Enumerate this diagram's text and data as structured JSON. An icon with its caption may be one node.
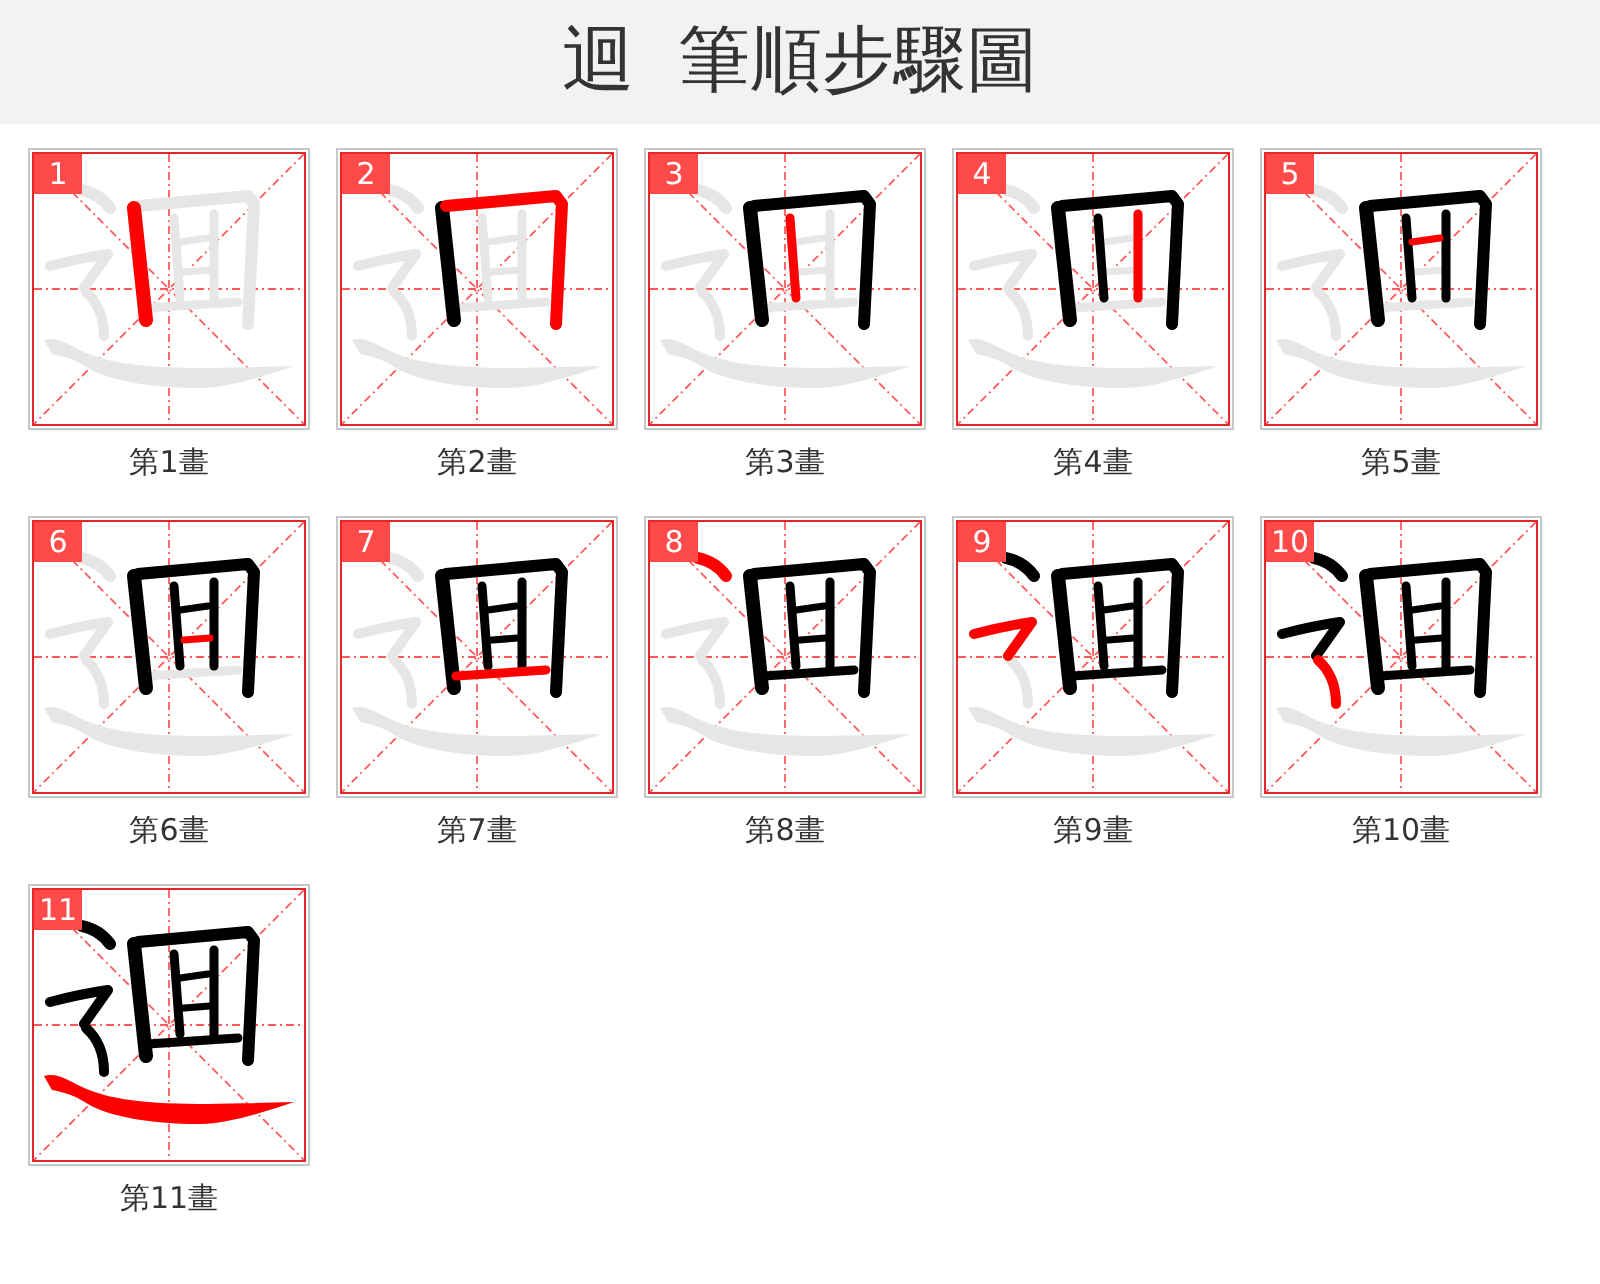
{
  "diagram": {
    "title": "迴 筆順步驟圖",
    "nodes": [
      {
        "text": [
          "1"
        ],
        "beside": [
          "第1畫"
        ]
      },
      {
        "text": [
          "2"
        ],
        "beside": [
          "第2畫"
        ]
      },
      {
        "text": [
          "3"
        ],
        "beside": [
          "第3畫"
        ]
      },
      {
        "text": [
          "4"
        ],
        "beside": [
          "第4畫"
        ]
      },
      {
        "text": [
          "5"
        ],
        "beside": [
          "第5畫"
        ]
      },
      {
        "text": [
          "6"
        ],
        "beside": [
          "第6畫"
        ]
      },
      {
        "text": [
          "7"
        ],
        "beside": [
          "第7畫"
        ]
      },
      {
        "text": [
          "8"
        ],
        "beside": [
          "第8畫"
        ]
      },
      {
        "text": [
          "9"
        ],
        "beside": [
          "第9畫"
        ]
      },
      {
        "text": [
          "10"
        ],
        "beside": [
          "第10畫"
        ]
      },
      {
        "text": [
          "11"
        ],
        "beside": [
          "第11畫"
        ]
      }
    ]
  }
}
